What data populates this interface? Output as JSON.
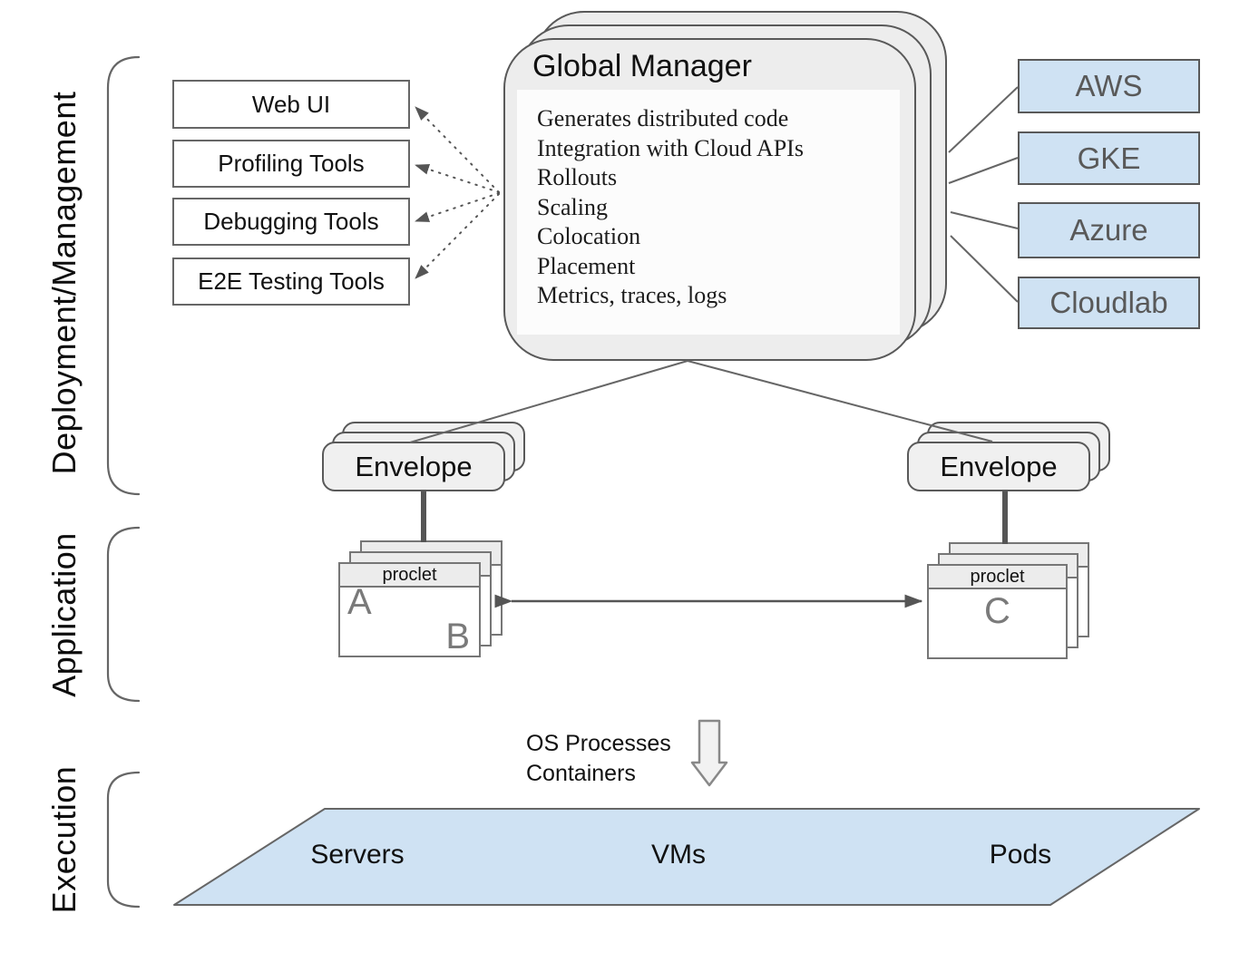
{
  "layers": {
    "deployment_management": "Deployment/Management",
    "application": "Application",
    "execution": "Execution"
  },
  "global_manager": {
    "title": "Global Manager",
    "capabilities": [
      "Generates distributed code",
      "Integration with Cloud APIs",
      "Rollouts",
      "Scaling",
      "Colocation",
      "Placement",
      "Metrics, traces, logs"
    ]
  },
  "tools": [
    {
      "label": "Web UI"
    },
    {
      "label": "Profiling Tools"
    },
    {
      "label": "Debugging Tools"
    },
    {
      "label": "E2E Testing Tools"
    }
  ],
  "clouds": [
    {
      "label": "AWS"
    },
    {
      "label": "GKE"
    },
    {
      "label": "Azure"
    },
    {
      "label": "Cloudlab"
    }
  ],
  "envelopes": {
    "left_label": "Envelope",
    "right_label": "Envelope"
  },
  "proclets": {
    "header_label": "proclet",
    "left": {
      "letter_a": "A",
      "letter_b": "B"
    },
    "right": {
      "letter_c": "C"
    }
  },
  "runtime": {
    "line1": "OS Processes",
    "line2": "Containers"
  },
  "platform": {
    "items": [
      {
        "label": "Servers"
      },
      {
        "label": "VMs"
      },
      {
        "label": "Pods"
      }
    ]
  },
  "colors": {
    "cloud_box_fill": "#cfe2f3",
    "platform_fill": "#cfe2f3",
    "stack_fill": "#ededed",
    "box_border": "#595959",
    "connector": "#666666",
    "letter_gray": "#7a7a7a"
  }
}
